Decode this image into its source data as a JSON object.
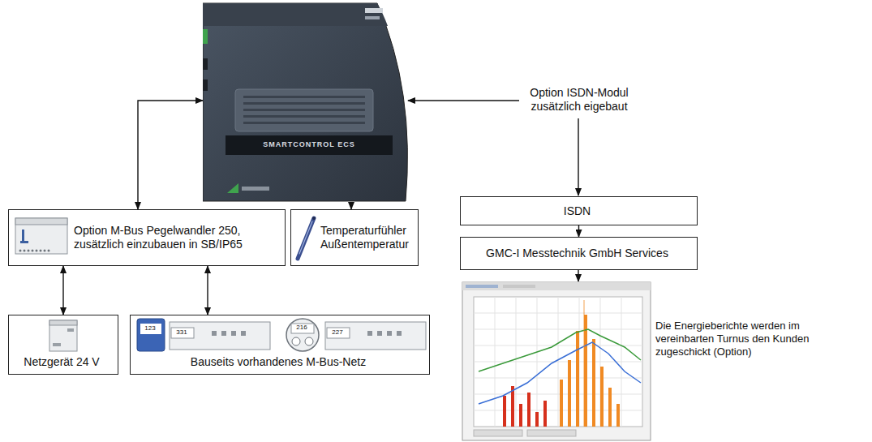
{
  "diagram": {
    "nodes": [
      {
        "text": [
          "SMARTCONTROL ECS"
        ]
      },
      {
        "text": [
          "Option M-Bus Pegelwandler 250, zusätzlich einzubauen in SB/IP65"
        ]
      },
      {
        "text": [
          "Temperaturfühler Außentemperatur"
        ]
      },
      {
        "text": [
          "ISDN"
        ]
      },
      {
        "text": [
          "GMC-I Messtechnik GmbH Services"
        ]
      },
      {
        "text": [
          "Netzgerät 24 V"
        ]
      },
      {
        "text": [
          "Bauseits vorhandenes M-Bus-Netz"
        ]
      }
    ],
    "edges": [
      {
        "from": 0,
        "to": 1,
        "arrow": "both"
      },
      {
        "from": 0,
        "to": 2,
        "arrow": "to"
      },
      {
        "from": 3,
        "to": 4,
        "arrow": "to"
      },
      {
        "from": 1,
        "to": 5,
        "arrow": "both"
      },
      {
        "from": 1,
        "to": 6,
        "arrow": "both"
      }
    ],
    "labels": [
      "Option ISDN-Modul zusätzlich eigebaut",
      "Die Energieberichte werden im vereinbarten Turnus den Kunden zugeschickt (Option)",
      "123",
      "331",
      "216",
      "227"
    ]
  }
}
